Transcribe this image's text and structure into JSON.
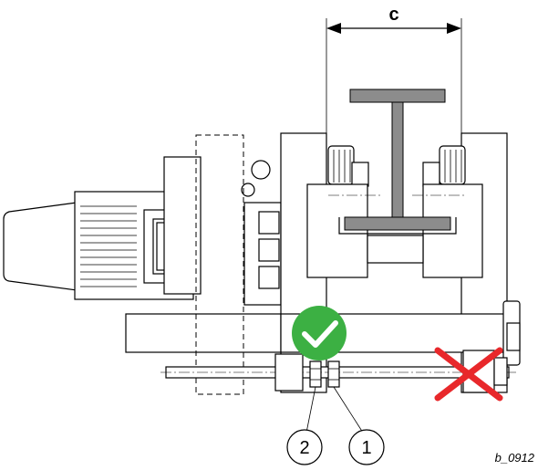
{
  "dimension": {
    "label": "c"
  },
  "callouts": [
    {
      "number": "2"
    },
    {
      "number": "1"
    }
  ],
  "status": {
    "correct_color": "#3cb043",
    "wrong_color": "#e8282b",
    "correct_icon": "check-icon",
    "wrong_icon": "x-mark-icon"
  },
  "beam_color": "#8c8c8c",
  "reference": {
    "code": "b_0912"
  }
}
